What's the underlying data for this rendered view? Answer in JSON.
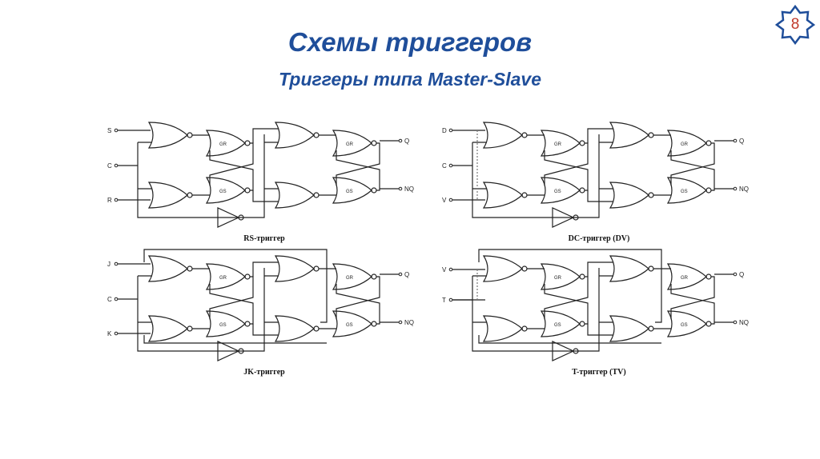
{
  "slide": {
    "title": "Схемы триггеров",
    "subtitle": "Триггеры типа Master-Slave",
    "page_number": "8",
    "accent_color": "#1f4e9a",
    "badge_text_color": "#c0392b"
  },
  "diagrams": [
    {
      "caption": "RS-триггер",
      "inputs": [
        "S",
        "C",
        "R"
      ],
      "outputs": [
        "Q",
        "NQ"
      ],
      "gate_labels": [
        "GR",
        "GS",
        "GR",
        "GS"
      ]
    },
    {
      "caption": "DC-триггер (DV)",
      "inputs": [
        "D",
        "C",
        "V"
      ],
      "outputs": [
        "Q",
        "NQ"
      ],
      "gate_labels": [
        "GR",
        "GS",
        "GR",
        "GS"
      ]
    },
    {
      "caption": "JK-триггер",
      "inputs": [
        "J",
        "C",
        "K"
      ],
      "outputs": [
        "Q",
        "NQ"
      ],
      "gate_labels": [
        "GR",
        "GS",
        "GR",
        "GS"
      ]
    },
    {
      "caption": "T-триггер (TV)",
      "inputs": [
        "V",
        "T"
      ],
      "outputs": [
        "Q",
        "NQ"
      ],
      "gate_labels": [
        "GR",
        "GS",
        "GR",
        "GS"
      ]
    }
  ]
}
